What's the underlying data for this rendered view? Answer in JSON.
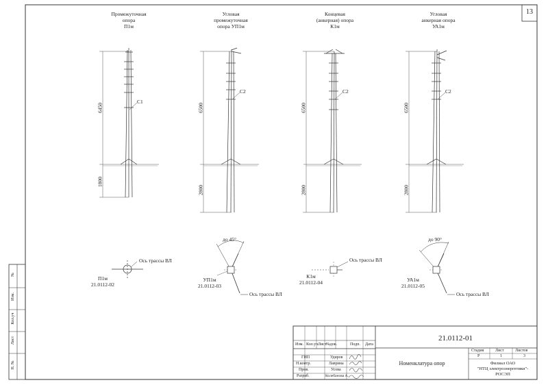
{
  "sheet_number": "13",
  "supports": [
    {
      "title": [
        "Промежуточная",
        "опора",
        "П1м"
      ],
      "label": "С1",
      "dim_top": "6450",
      "dim_bottom": "1800",
      "plan_code": "П1м",
      "plan_ref": "21.0112-02",
      "axis_label": "Ось трассы ВЛ",
      "angle": ""
    },
    {
      "title": [
        "Угловая",
        "промежуточная",
        "опора УП1м"
      ],
      "label": "С2",
      "dim_top": "6500",
      "dim_bottom": "2800",
      "plan_code": "УП1м",
      "plan_ref": "21.0112-03",
      "axis_label": "Ось трассы ВЛ",
      "angle": "до 45°"
    },
    {
      "title": [
        "Концевая",
        "(анкерная) опора",
        "К1м"
      ],
      "label": "С2",
      "dim_top": "6500",
      "dim_bottom": "2800",
      "plan_code": "К1м",
      "plan_ref": "21.0112-04",
      "axis_label": "Ось трассы ВЛ",
      "angle": ""
    },
    {
      "title": [
        "Угловая",
        "анкерная опора",
        "УА1м"
      ],
      "label": "С2",
      "dim_top": "6500",
      "dim_bottom": "2800",
      "plan_code": "УА1м",
      "plan_ref": "21.0112-05",
      "axis_label": "Ось трассы ВЛ",
      "angle": "до 90°"
    }
  ],
  "side_stamp": [
    "№",
    "Изм.",
    "Кол.уч",
    "Лист",
    "Н. №"
  ],
  "title_block": {
    "doc_code": "21.0112-01",
    "header": [
      "Изм.",
      "Кол.уч.",
      "Лист",
      "№док.",
      "Подп.",
      "Дата"
    ],
    "roles": [
      "ГИП",
      "Н.контр.",
      "Пров.",
      "Разраб."
    ],
    "names": [
      "Удиров",
      "Лаврина",
      "Усова",
      "Колебанова А."
    ],
    "doc_title": "Номенклатура опор",
    "stage_head": [
      "Стадия",
      "Лист",
      "Листов"
    ],
    "stage_vals": [
      "Р",
      "1",
      "3"
    ],
    "org": [
      "Филиал ОАО",
      "\"НТЦ электроэнергетики\"-",
      "РОСЭП"
    ]
  }
}
